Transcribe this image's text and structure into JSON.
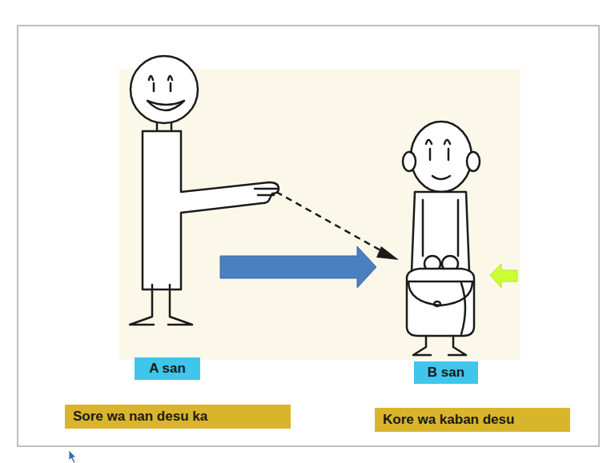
{
  "diagram": {
    "nodes": [
      {
        "text": [
          "A san"
        ]
      },
      {
        "text": [
          "B san"
        ]
      },
      {
        "text": [
          "Sore wa nan desu ka"
        ]
      },
      {
        "text": [
          "Kore wa kaban desu"
        ]
      }
    ]
  }
}
